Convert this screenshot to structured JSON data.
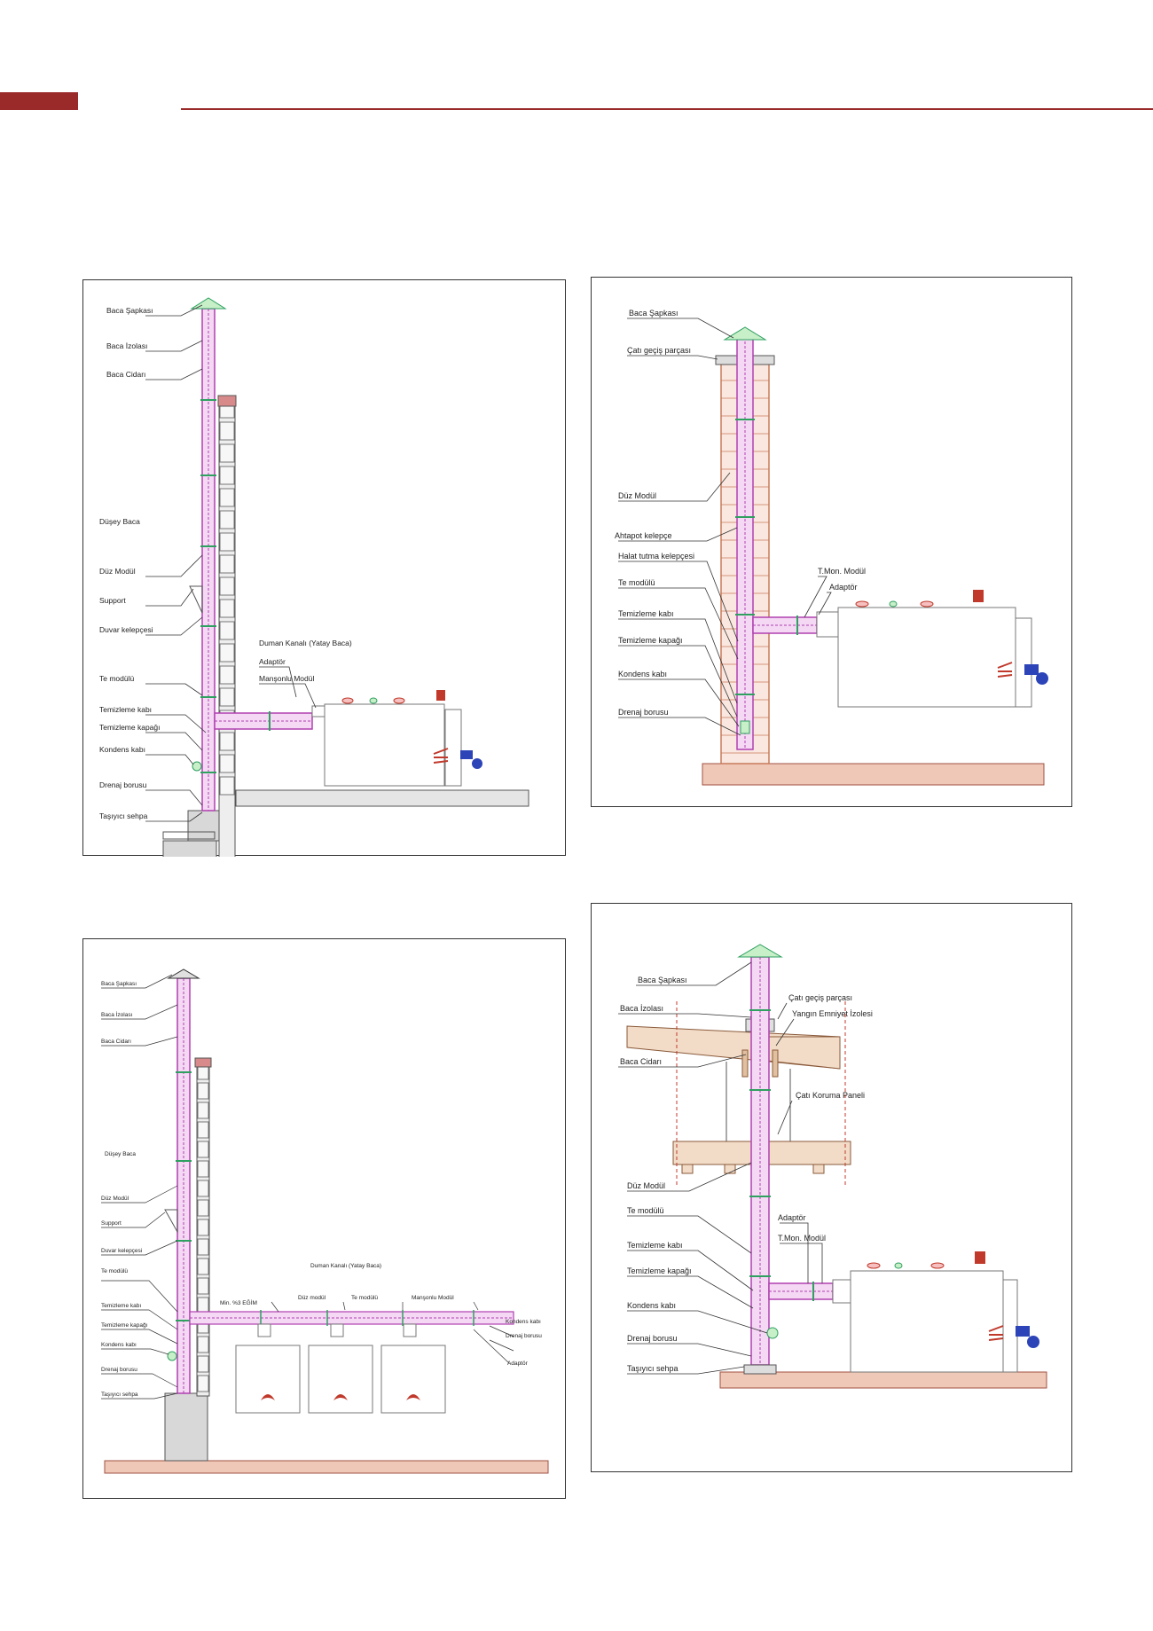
{
  "colors": {
    "accent": "#9a2a2a",
    "pipe": "#b040b0",
    "pipe_joint": "#2ea060",
    "insulation": "#e0a0e0",
    "brick": "#c87a5a",
    "floor": "#e8c0b0",
    "concrete": "#d8d8d8",
    "burner": "#c0392b",
    "burner_blue": "#2c44b8"
  },
  "panels": [
    {
      "id": "panel-1",
      "labels": [
        "Baca Şapkası",
        "Baca İzolası",
        "Baca Cidarı",
        "Düşey Baca",
        "Düz Modül",
        "Support",
        "Duvar kelepçesi",
        "Te modülü",
        "Temizleme kabı",
        "Temizleme kapağı",
        "Kondens kabı",
        "Drenaj borusu",
        "Taşıyıcı sehpa"
      ],
      "right_labels": [
        "Duman Kanalı (Yatay Baca)",
        "Adaptör",
        "Manşonlu Modül"
      ]
    },
    {
      "id": "panel-2",
      "labels": [
        "Baca Şapkası",
        "Çatı geçiş parçası",
        "Düz Modül",
        "Ahtapot kelepçe",
        "Halat tutma kelepçesi",
        "Te modülü",
        "Temizleme kabı",
        "Temizleme kapağı",
        "Kondens kabı",
        "Drenaj borusu"
      ],
      "right_labels": [
        "T.Mon. Modül",
        "Adaptör"
      ]
    },
    {
      "id": "panel-3",
      "labels": [
        "Baca Şapkası",
        "Baca İzolası",
        "Baca Cidarı",
        "Düşey Baca",
        "Düz Modül",
        "Support",
        "Duvar kelepçesi",
        "Te modülü",
        "Temizleme kabı",
        "Temizleme kapağı",
        "Kondens kabı",
        "Drenaj borusu",
        "Taşıyıcı sehpa"
      ],
      "right_labels": [
        "Duman Kanalı (Yatay Baca)",
        "Min. %3 EĞİM",
        "Düz modül",
        "Te modülü",
        "Manşonlu Modül",
        "Kondens kabı",
        "Drenaj borusu",
        "Adaptör"
      ]
    },
    {
      "id": "panel-4",
      "labels": [
        "Baca Şapkası",
        "Baca İzolası",
        "Baca Cidarı",
        "Düz Modül",
        "Te modülü",
        "Temizleme kabı",
        "Temizleme kapağı",
        "Kondens kabı",
        "Drenaj borusu",
        "Taşıyıcı sehpa"
      ],
      "right_labels": [
        "Çatı geçiş parçası",
        "Yangın Emniyet İzolesi",
        "Çatı Koruma Paneli",
        "Adaptör",
        "T.Mon. Modül"
      ]
    }
  ]
}
